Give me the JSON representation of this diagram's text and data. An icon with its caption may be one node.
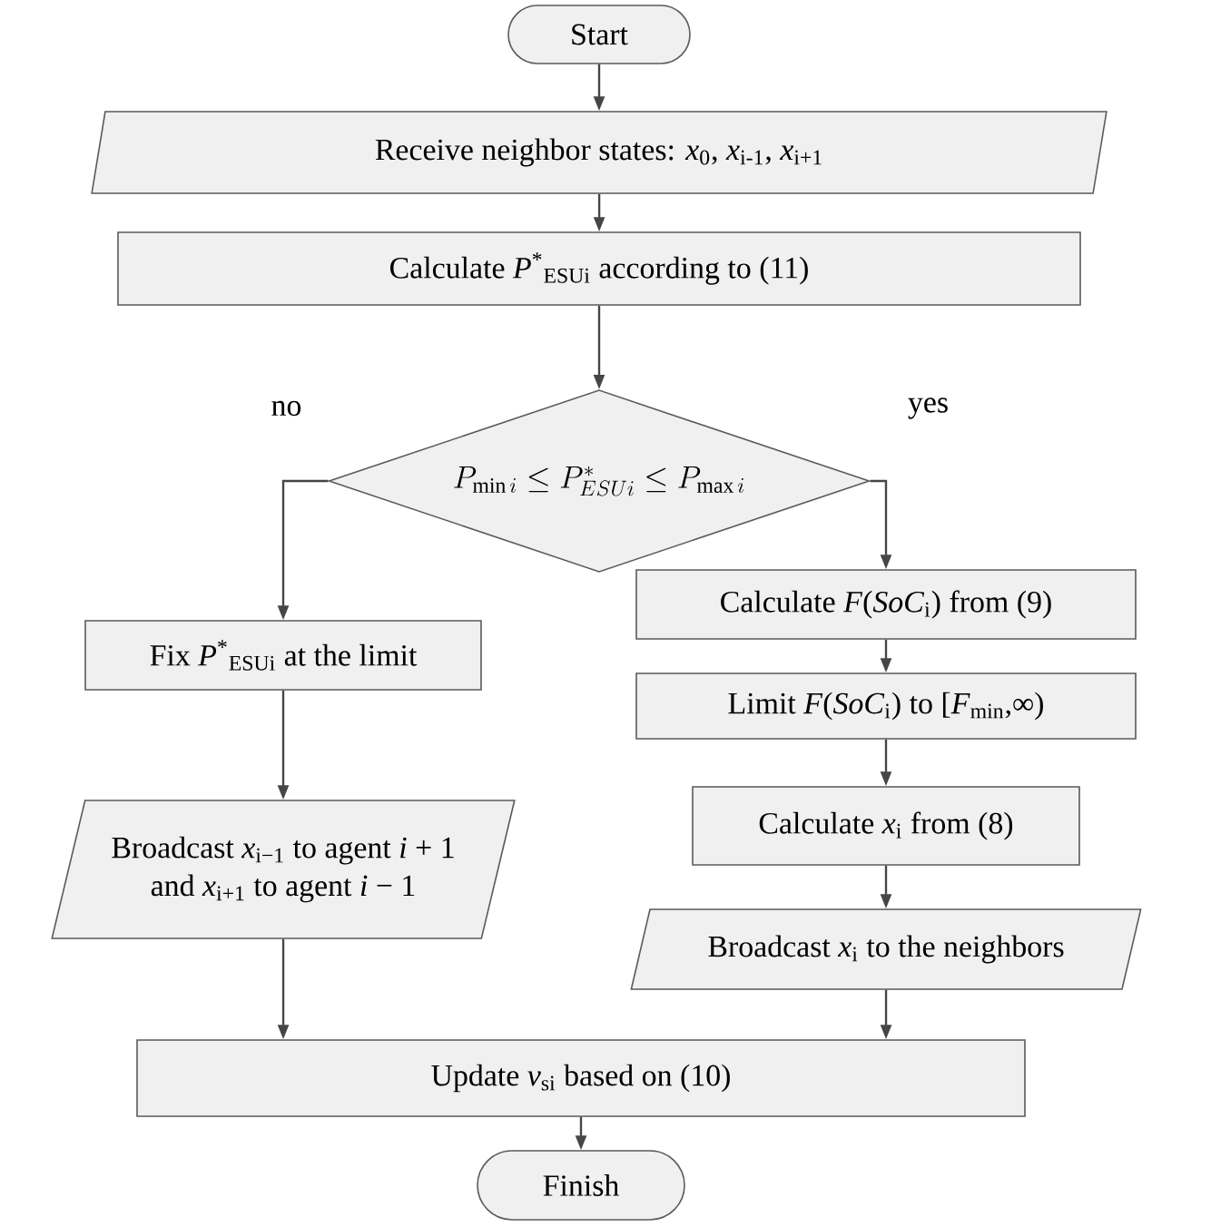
{
  "diagram": {
    "nodes": [
      {
        "text": [
          "Start"
        ]
      },
      {
        "text": [
          "Receive neighbor states: *x*$_{0}$, *x*$_{i-1}$, *x*$_{i+1}$"
        ]
      },
      {
        "text": [
          "Calculate *P*$^{*}$$_{ESUi}$ according to (11)"
        ]
      },
      {
        "text": [
          "P_{\\min i} \\le P^{*}_{ESUi} \\le P_{\\max i}"
        ]
      },
      {
        "text": [
          "Fix *P*$^{*}$$_{ESUi}$ at the limit"
        ]
      },
      {
        "text": [
          "Broadcast *x*$_{i−1}$ to agent *i* + 1 and *x*$_{i+1}$ to agent *i* − 1"
        ]
      },
      {
        "text": [
          "Calculate *F*(*SoC*$_{i}$) from (9)"
        ]
      },
      {
        "text": [
          "Limit *F*(*SoC*$_{i}$) to [*F*$_{min}$,∞)"
        ]
      },
      {
        "text": [
          "Calculate *x*$_{i}$ from (8)"
        ]
      },
      {
        "text": [
          "Broadcast *x*$_{i}$ to the neighbors"
        ]
      },
      {
        "text": [
          "Update *v*$_{si}$ based on (10)"
        ]
      },
      {
        "text": [
          "Finish"
        ]
      }
    ],
    "edges": [
      {
        "from": 0,
        "to": 1,
        "arrow": "to"
      },
      {
        "from": 1,
        "to": 2,
        "arrow": "to"
      },
      {
        "from": 2,
        "to": 3,
        "arrow": "to"
      },
      {
        "from": 3,
        "to": 4,
        "arrow": "to",
        "label": "no"
      },
      {
        "from": 4,
        "to": 5,
        "arrow": "to"
      },
      {
        "from": 5,
        "to": 10,
        "arrow": "to"
      },
      {
        "from": 3,
        "to": 6,
        "arrow": "to",
        "label": "yes"
      },
      {
        "from": 6,
        "to": 7,
        "arrow": "to"
      },
      {
        "from": 7,
        "to": 8,
        "arrow": "to"
      },
      {
        "from": 8,
        "to": 9,
        "arrow": "to"
      },
      {
        "from": 9,
        "to": 10,
        "arrow": "to"
      },
      {
        "from": 10,
        "to": 11,
        "arrow": "to"
      }
    ]
  }
}
